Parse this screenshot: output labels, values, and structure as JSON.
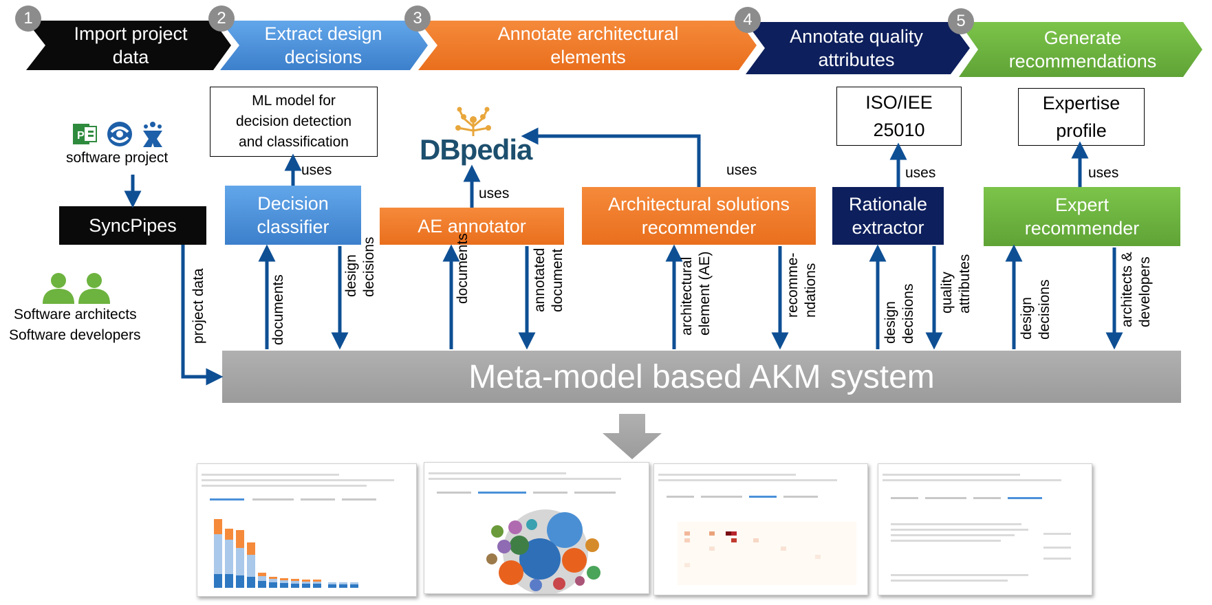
{
  "steps": [
    {
      "number": "1",
      "label": "Import project\ndata",
      "color": "#0a0a0a"
    },
    {
      "number": "2",
      "label": "Extract design\ndecisions",
      "color": "#4a90d9"
    },
    {
      "number": "3",
      "label": "Annotate architectural\nelements",
      "color": "#ee7b2a"
    },
    {
      "number": "4",
      "label": "Annotate quality\nattributes",
      "color": "#0d1f5c"
    },
    {
      "number": "5",
      "label": "Generate\nrecommendations",
      "color": "#6db33f"
    }
  ],
  "sources": {
    "software_project": "software project",
    "icons": [
      "ms-project-icon",
      "confluence-icon",
      "jira-icon"
    ],
    "people_line1": "Software architects",
    "people_line2": "Software developers"
  },
  "components": {
    "syncpipes": "SyncPipes",
    "decision_classifier": "Decision\nclassifier",
    "ae_annotator": "AE annotator",
    "arch_solutions_recommender": "Architectural solutions\nrecommender",
    "rationale_extractor": "Rationale\nextractor",
    "expert_recommender": "Expert\nrecommender"
  },
  "resources": {
    "ml_model": "ML model for\ndecision detection\nand classification",
    "dbpedia": "DBpedia",
    "iso": "ISO/IEE\n25010",
    "expertise_profile": "Expertise\nprofile"
  },
  "edge_labels": {
    "uses": "uses",
    "project_data": "project data",
    "documents": "documents",
    "design_decisions": "design\ndecisions",
    "annotated_document": "annotated\ndocument",
    "architectural_element": "architectural\nelement (AE)",
    "recommendations": "recomme-\nndations",
    "quality_attributes": "quality\nattributes",
    "architects_developers": "architects &\ndevelopers"
  },
  "akm_system": "Meta-model based AKM system",
  "colors": {
    "black": "#0a0a0a",
    "blue": "#4a90d9",
    "orange": "#ee7b2a",
    "navy": "#0d1f5c",
    "green": "#6db33f",
    "gray_bar": "#a6a6a6",
    "arrow": "#0e4f94",
    "badge": "#8c8c8c"
  }
}
